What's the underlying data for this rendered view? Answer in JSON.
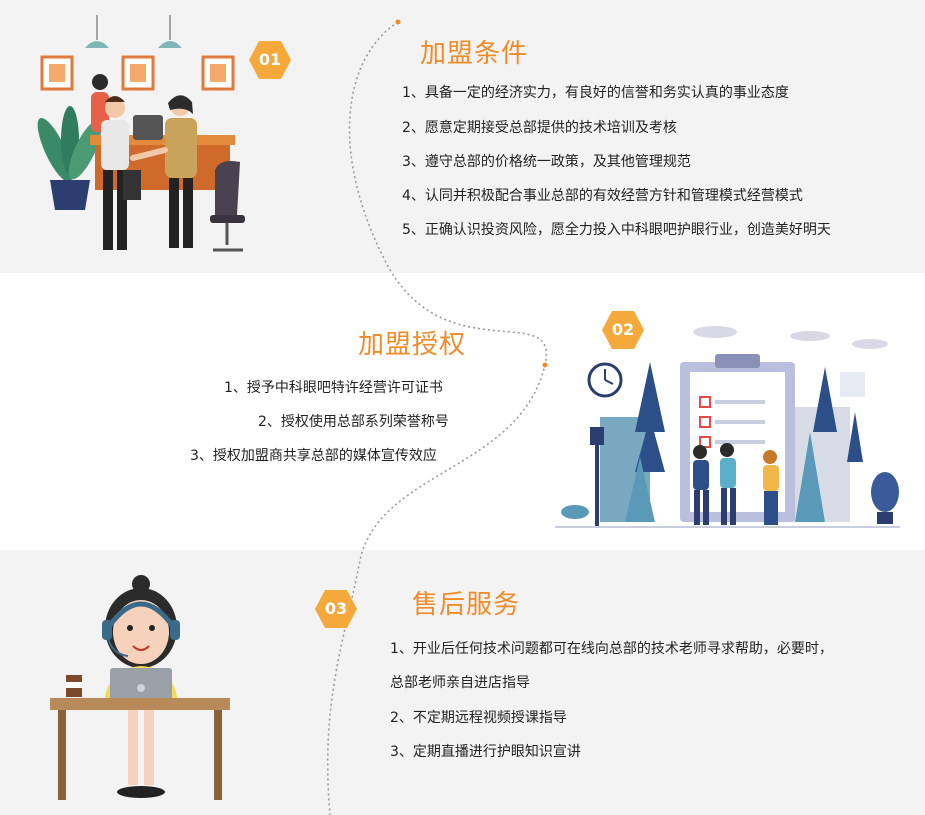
{
  "sections": [
    {
      "number": "01",
      "title": "加盟条件",
      "items": [
        "1、具备一定的经济实力，有良好的信誉和务实认真的事业态度",
        "2、愿意定期接受总部提供的技术培训及考核",
        "3、遵守总部的价格统一政策，及其他管理规范",
        "4、认同并积极配合事业总部的有效经营方针和管理模式经营模式",
        "5、正确认识投资风险，愿全力投入中科眼吧护眼行业，创造美好明天"
      ]
    },
    {
      "number": "02",
      "title": "加盟授权",
      "items": [
        "1、授予中科眼吧特许经营许可证书",
        "2、授权使用总部系列荣誉称号",
        "3、授权加盟商共享总部的媒体宣传效应"
      ]
    },
    {
      "number": "03",
      "title": "售后服务",
      "items": [
        "1、开业后任何技术问题都可在线向总部的技术老师寻求帮助，必要时，",
        "总部老师亲自进店指导",
        "2、不定期远程视频授课指导",
        "3、定期直播进行护眼知识宣讲"
      ]
    }
  ],
  "colors": {
    "accent": "#f08c28",
    "badge": "#f5a93a",
    "band": "#f3f3f3"
  }
}
